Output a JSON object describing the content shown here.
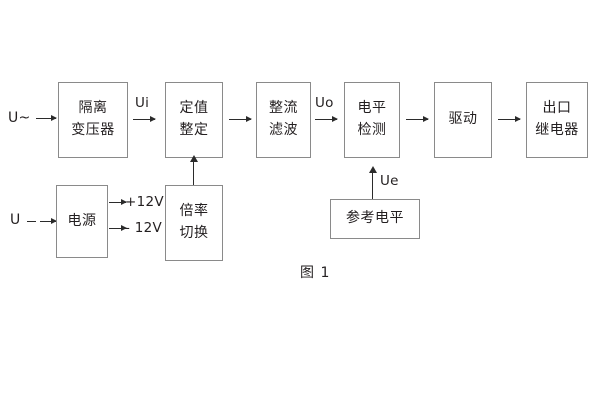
{
  "diagram": {
    "caption": "图 1",
    "blocks": [
      {
        "id": "isolation-transformer",
        "lines": [
          "隔离",
          "变压器"
        ]
      },
      {
        "id": "setting-value",
        "lines": [
          "定值",
          "整定"
        ]
      },
      {
        "id": "rectify-filter",
        "lines": [
          "整流",
          "滤波"
        ]
      },
      {
        "id": "level-detect",
        "lines": [
          "电平",
          "检测"
        ]
      },
      {
        "id": "drive",
        "lines": [
          "驱动"
        ]
      },
      {
        "id": "output-relay",
        "lines": [
          "出口",
          "继电器"
        ]
      },
      {
        "id": "power-supply",
        "lines": [
          "电源"
        ]
      },
      {
        "id": "multiplier-switch",
        "lines": [
          "倍率",
          "切换"
        ]
      },
      {
        "id": "reference-level",
        "lines": [
          "参考电平"
        ]
      }
    ],
    "signals": {
      "ac_input": "U~",
      "dc_input": "U",
      "ui": "Ui",
      "uo": "Uo",
      "ue": "Ue",
      "rail_pos": "+12V",
      "rail_neg": "- 12V"
    }
  }
}
